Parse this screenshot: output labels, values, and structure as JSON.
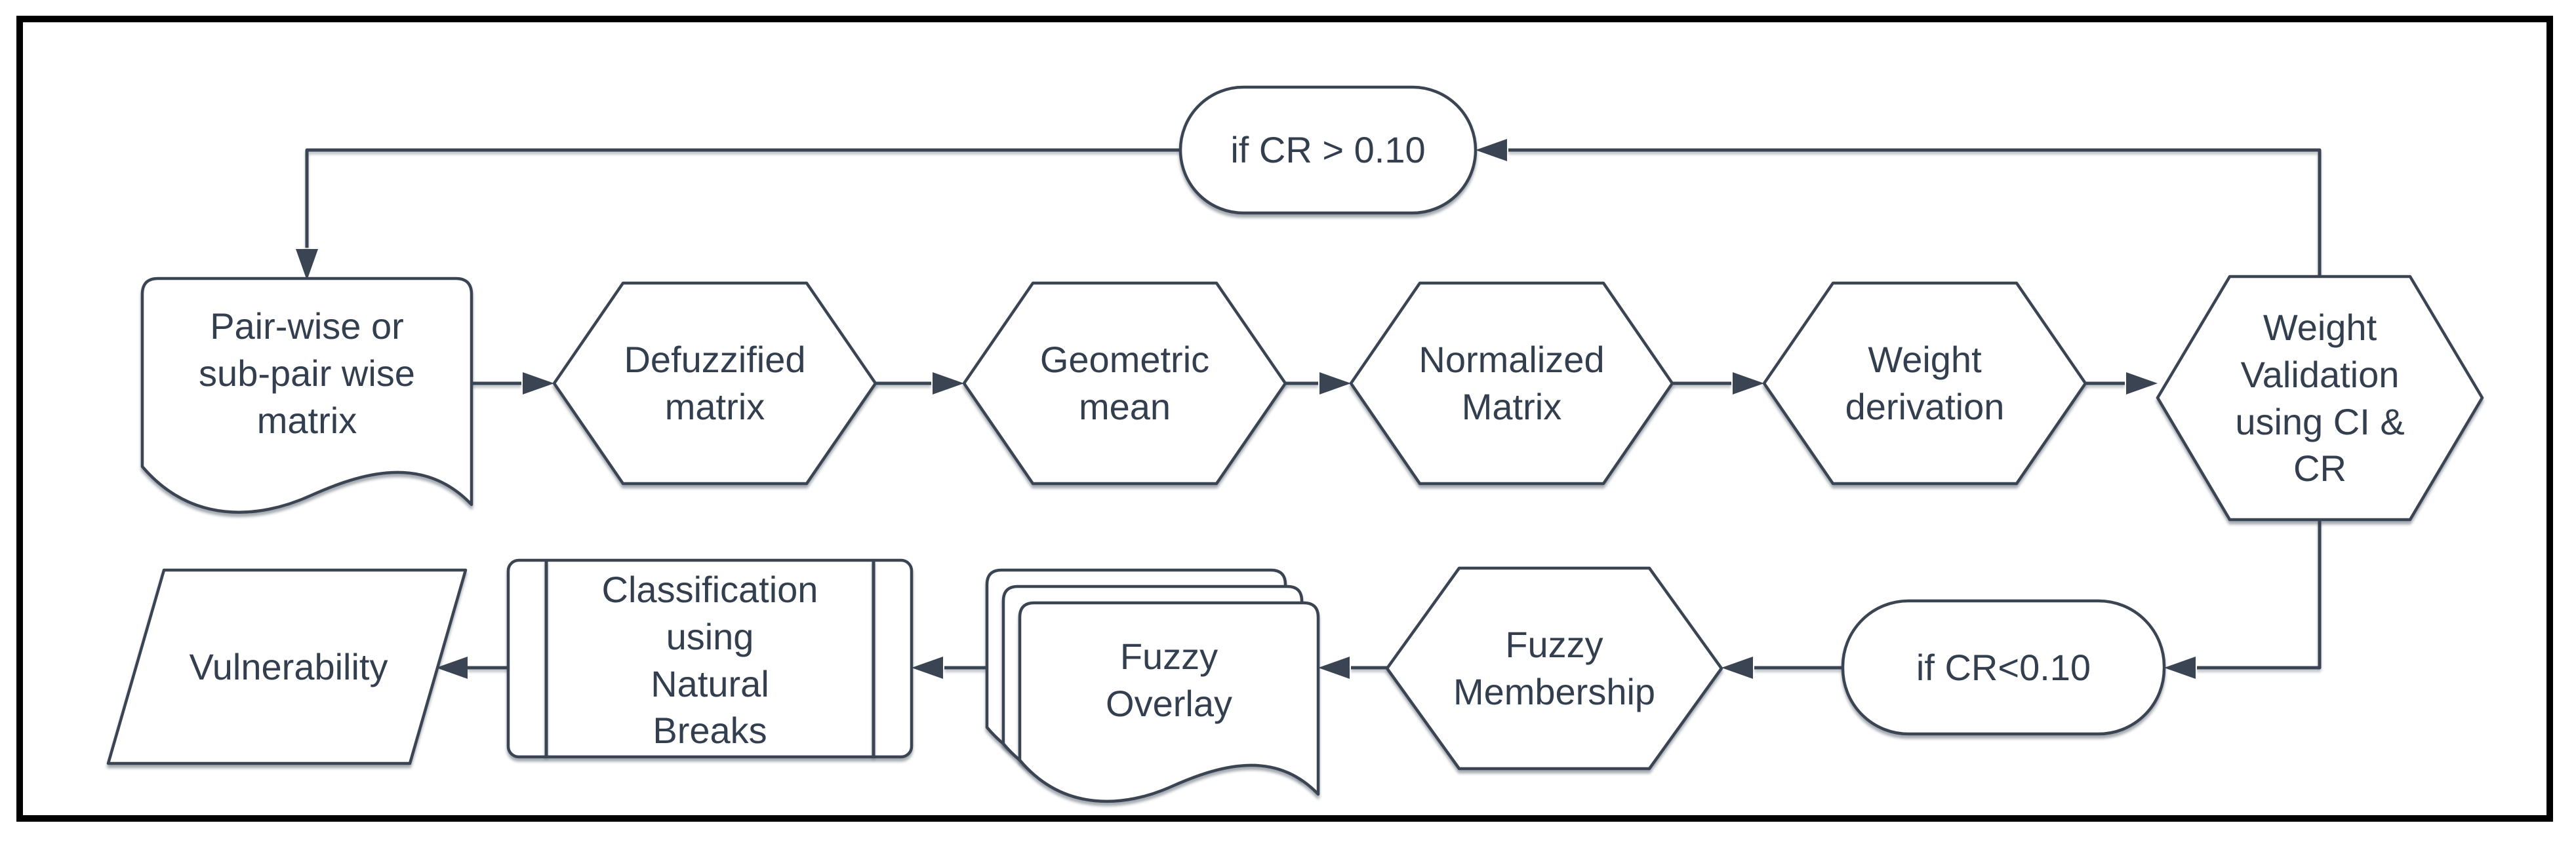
{
  "diagram": {
    "kind": "flowchart",
    "colors": {
      "stroke": "#3a4452",
      "text": "#333e4e",
      "shape_fill": "#ffffff",
      "frame": "#000000",
      "background": "#ffffff"
    },
    "nodes": [
      {
        "id": "pairwise-matrix",
        "shape": "document",
        "label": "Pair-wise or\nsub-pair wise\nmatrix"
      },
      {
        "id": "defuzzified-matrix",
        "shape": "hexagon",
        "label": "Defuzzified\nmatrix"
      },
      {
        "id": "geometric-mean",
        "shape": "hexagon",
        "label": "Geometric\nmean"
      },
      {
        "id": "normalized-matrix",
        "shape": "hexagon",
        "label": "Normalized\nMatrix"
      },
      {
        "id": "weight-derivation",
        "shape": "hexagon",
        "label": "Weight\nderivation"
      },
      {
        "id": "weight-validation",
        "shape": "hexagon",
        "label": "Weight\nValidation\nusing CI &\nCR"
      },
      {
        "id": "cr-greater",
        "shape": "terminator",
        "label": "if CR > 0.10"
      },
      {
        "id": "cr-less",
        "shape": "terminator",
        "label": "if CR<0.10"
      },
      {
        "id": "fuzzy-membership",
        "shape": "hexagon",
        "label": "Fuzzy\nMembership"
      },
      {
        "id": "fuzzy-overlay",
        "shape": "multi-document",
        "label": "Fuzzy\nOverlay"
      },
      {
        "id": "classification",
        "shape": "predefined-process",
        "label": "Classification\nusing\nNatural\nBreaks"
      },
      {
        "id": "vulnerability",
        "shape": "parallelogram",
        "label": "Vulnerability"
      }
    ],
    "edges": [
      {
        "from": "pairwise-matrix",
        "to": "defuzzified-matrix"
      },
      {
        "from": "defuzzified-matrix",
        "to": "geometric-mean"
      },
      {
        "from": "geometric-mean",
        "to": "normalized-matrix"
      },
      {
        "from": "normalized-matrix",
        "to": "weight-derivation"
      },
      {
        "from": "weight-derivation",
        "to": "weight-validation"
      },
      {
        "from": "weight-validation",
        "to": "cr-greater"
      },
      {
        "from": "cr-greater",
        "to": "pairwise-matrix"
      },
      {
        "from": "weight-validation",
        "to": "cr-less"
      },
      {
        "from": "cr-less",
        "to": "fuzzy-membership"
      },
      {
        "from": "fuzzy-membership",
        "to": "fuzzy-overlay"
      },
      {
        "from": "fuzzy-overlay",
        "to": "classification"
      },
      {
        "from": "classification",
        "to": "vulnerability"
      }
    ]
  }
}
